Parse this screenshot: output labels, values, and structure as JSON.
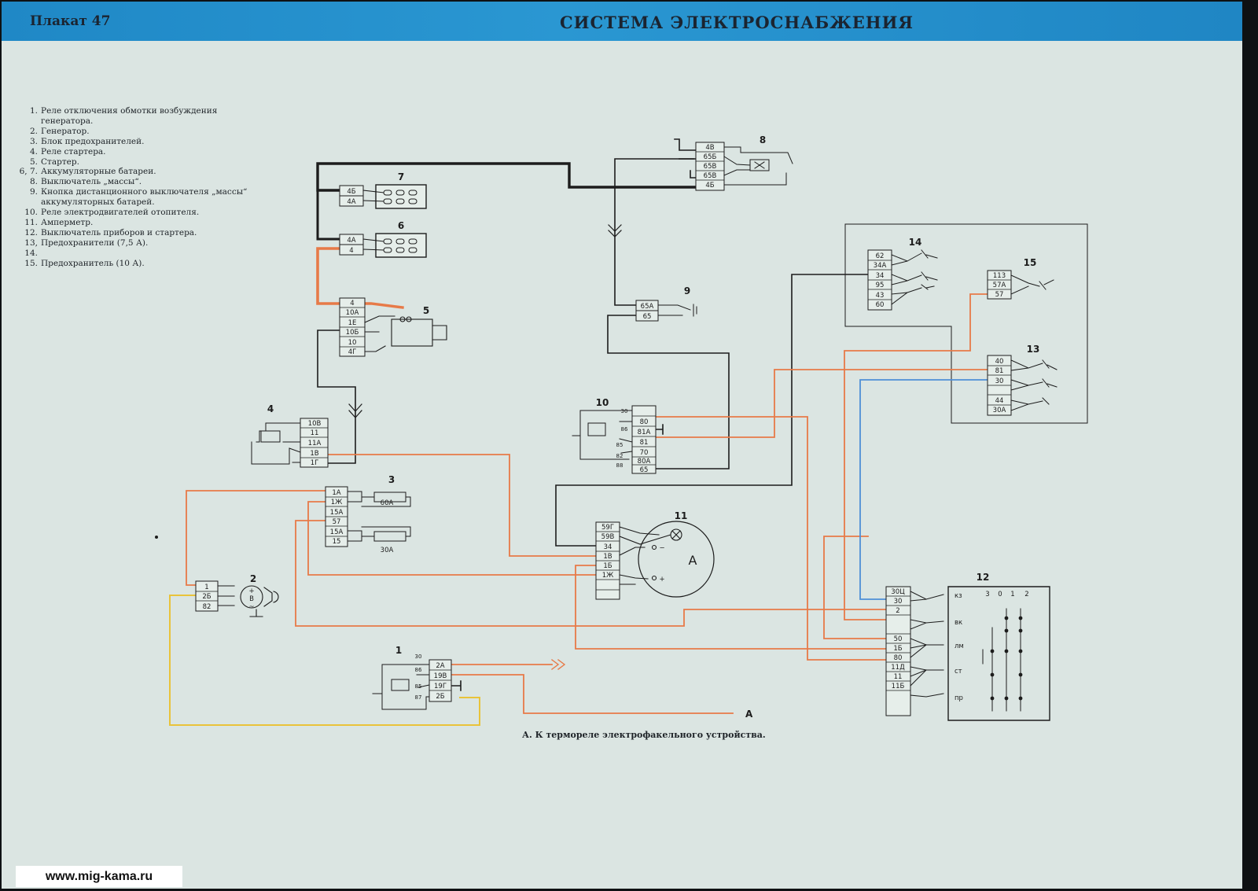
{
  "header": {
    "poster_number": "Плакат 47",
    "title": "СИСТЕМА ЭЛЕКТРОСНАБЖЕНИЯ"
  },
  "legend": [
    {
      "num": "1.",
      "text": "Реле отключения обмотки возбуждения генератора."
    },
    {
      "num": "2.",
      "text": "Генератор."
    },
    {
      "num": "3.",
      "text": "Блок предохранителей."
    },
    {
      "num": "4.",
      "text": "Реле стартера."
    },
    {
      "num": "5.",
      "text": "Стартер."
    },
    {
      "num": "6, 7.",
      "text": "Аккумуляторные батареи."
    },
    {
      "num": "8.",
      "text": "Выключатель „массы“."
    },
    {
      "num": "9.",
      "text": "Кнопка дистанционного выключателя „массы“ аккумуляторных батарей."
    },
    {
      "num": "10.",
      "text": "Реле электродвигателей отопителя."
    },
    {
      "num": "11.",
      "text": "Амперметр."
    },
    {
      "num": "12.",
      "text": "Выключатель приборов и стартера."
    },
    {
      "num": "13, 14.",
      "text": "Предохранители (7,5 А)."
    },
    {
      "num": "15.",
      "text": "Предохранитель (10 А)."
    }
  ],
  "components": {
    "c1": {
      "label": "1",
      "terminals": [
        "2А",
        "19В",
        "19Г",
        "2Б"
      ],
      "pins": [
        "30",
        "86",
        "85",
        "87"
      ]
    },
    "c2": {
      "label": "2",
      "terminals": [
        "1",
        "2Б",
        "82"
      ],
      "marks": [
        "+",
        "В",
        "~"
      ]
    },
    "c3": {
      "label": "3",
      "terminals": [
        "1А",
        "1Ж",
        "15А",
        "57",
        "15А",
        "15"
      ],
      "fuses": [
        "60А",
        "30А"
      ]
    },
    "c4": {
      "label": "4",
      "terminals": [
        "10В",
        "11",
        "11А",
        "1В",
        "1Г"
      ]
    },
    "c5": {
      "label": "5",
      "terminals": [
        "4",
        "10А",
        "1Е",
        "10Б",
        "10",
        "4Г"
      ]
    },
    "c6": {
      "label": "6",
      "terminals": [
        "4А",
        "4"
      ]
    },
    "c7": {
      "label": "7",
      "terminals": [
        "4Б",
        "4А"
      ]
    },
    "c8": {
      "label": "8",
      "terminals": [
        "4В",
        "65Б",
        "65В",
        "65В",
        "4Б"
      ]
    },
    "c9": {
      "label": "9",
      "terminals": [
        "65А",
        "65"
      ]
    },
    "c10": {
      "label": "10",
      "terminals": [
        "80",
        "81А",
        "81",
        "70",
        "80А",
        "65"
      ],
      "pins": [
        "30",
        "86",
        "85",
        "82",
        "88"
      ]
    },
    "c11": {
      "label": "11",
      "terminals": [
        "59Г",
        "59В",
        "34",
        "1В",
        "1Б",
        "1Ж"
      ],
      "symbol": "А",
      "marks": [
        "−",
        "+"
      ]
    },
    "c12": {
      "label": "12",
      "terminals": [
        "30Ц",
        "30",
        "2",
        "",
        "50",
        "1Б",
        "80",
        "11Д",
        "11",
        "11Б",
        ""
      ],
      "positions": [
        "3",
        "0",
        "1",
        "2"
      ],
      "rows": [
        "кз",
        "вк",
        "лм",
        "ст",
        "пр"
      ]
    },
    "c13": {
      "label": "13",
      "terminals": [
        "40",
        "81",
        "30",
        "",
        "44",
        "30А"
      ]
    },
    "c14": {
      "label": "14",
      "terminals": [
        "62",
        "34А",
        "34",
        "95",
        "43",
        "60"
      ]
    },
    "c15": {
      "label": "15",
      "terminals": [
        "113",
        "57А",
        "57"
      ]
    }
  },
  "arrow_label": "А",
  "caption": "А. К термореле электрофакельного устройства.",
  "website": "www.mig-kama.ru",
  "colors": {
    "header_blue": "#2391cc",
    "paper": "#dbe5e2",
    "wire_black": "#1c1c1c",
    "wire_orange": "#e77a48",
    "wire_yellow": "#e9c33a",
    "wire_blue": "#4f8fd6"
  }
}
